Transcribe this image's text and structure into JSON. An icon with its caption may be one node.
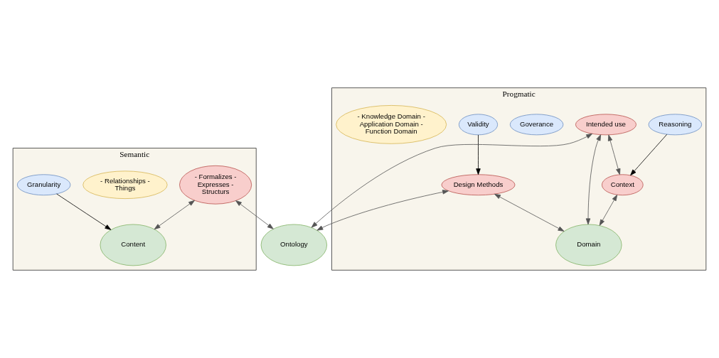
{
  "diagram": {
    "nodes": [
      {
        "text": [
          "Semantic"
        ]
      },
      {
        "text": [
          "Progmatic"
        ]
      },
      {
        "text": [
          "- Formalizes - Expresses - Structurs"
        ],
        "in": 0
      },
      {
        "text": [
          "Ontology"
        ]
      },
      {
        "text": [
          "Content"
        ],
        "in": 0
      },
      {
        "text": [
          "- Relationships - Things"
        ],
        "in": 0
      },
      {
        "text": [
          "Granularity"
        ],
        "in": 0
      },
      {
        "text": [
          "Validity"
        ],
        "in": 1
      },
      {
        "text": [
          "Intended use"
        ],
        "in": 1
      },
      {
        "text": [
          "Design Methods"
        ],
        "in": 1
      },
      {
        "text": [
          "Goverance"
        ],
        "in": 1
      },
      {
        "text": [
          "Context"
        ],
        "in": 1
      },
      {
        "text": [
          "Reasoning"
        ],
        "in": 1
      },
      {
        "text": [
          "Domain"
        ],
        "in": 1
      },
      {
        "text": [
          "- Knowledge Domain - Application Domain - Function Domain"
        ],
        "in": 1
      }
    ],
    "edges": [
      {
        "from": 2,
        "to": 3,
        "arrow": "both"
      },
      {
        "from": 2,
        "to": 4,
        "arrow": "both"
      },
      {
        "from": 6,
        "to": 4,
        "arrow": "to",
        "color": "#000000"
      },
      {
        "from": 3,
        "to": 8,
        "arrow": "both"
      },
      {
        "from": 9,
        "to": 3,
        "arrow": "both"
      },
      {
        "from": 7,
        "to": 9,
        "arrow": "to",
        "color": "#000000"
      },
      {
        "from": 8,
        "to": 11,
        "arrow": "both"
      },
      {
        "from": 8,
        "to": 13,
        "arrow": "both"
      },
      {
        "from": 9,
        "to": 13,
        "arrow": "both"
      },
      {
        "from": 12,
        "to": 11,
        "arrow": "to",
        "color": "#000000"
      },
      {
        "from": 11,
        "to": 13,
        "arrow": "both"
      }
    ]
  }
}
